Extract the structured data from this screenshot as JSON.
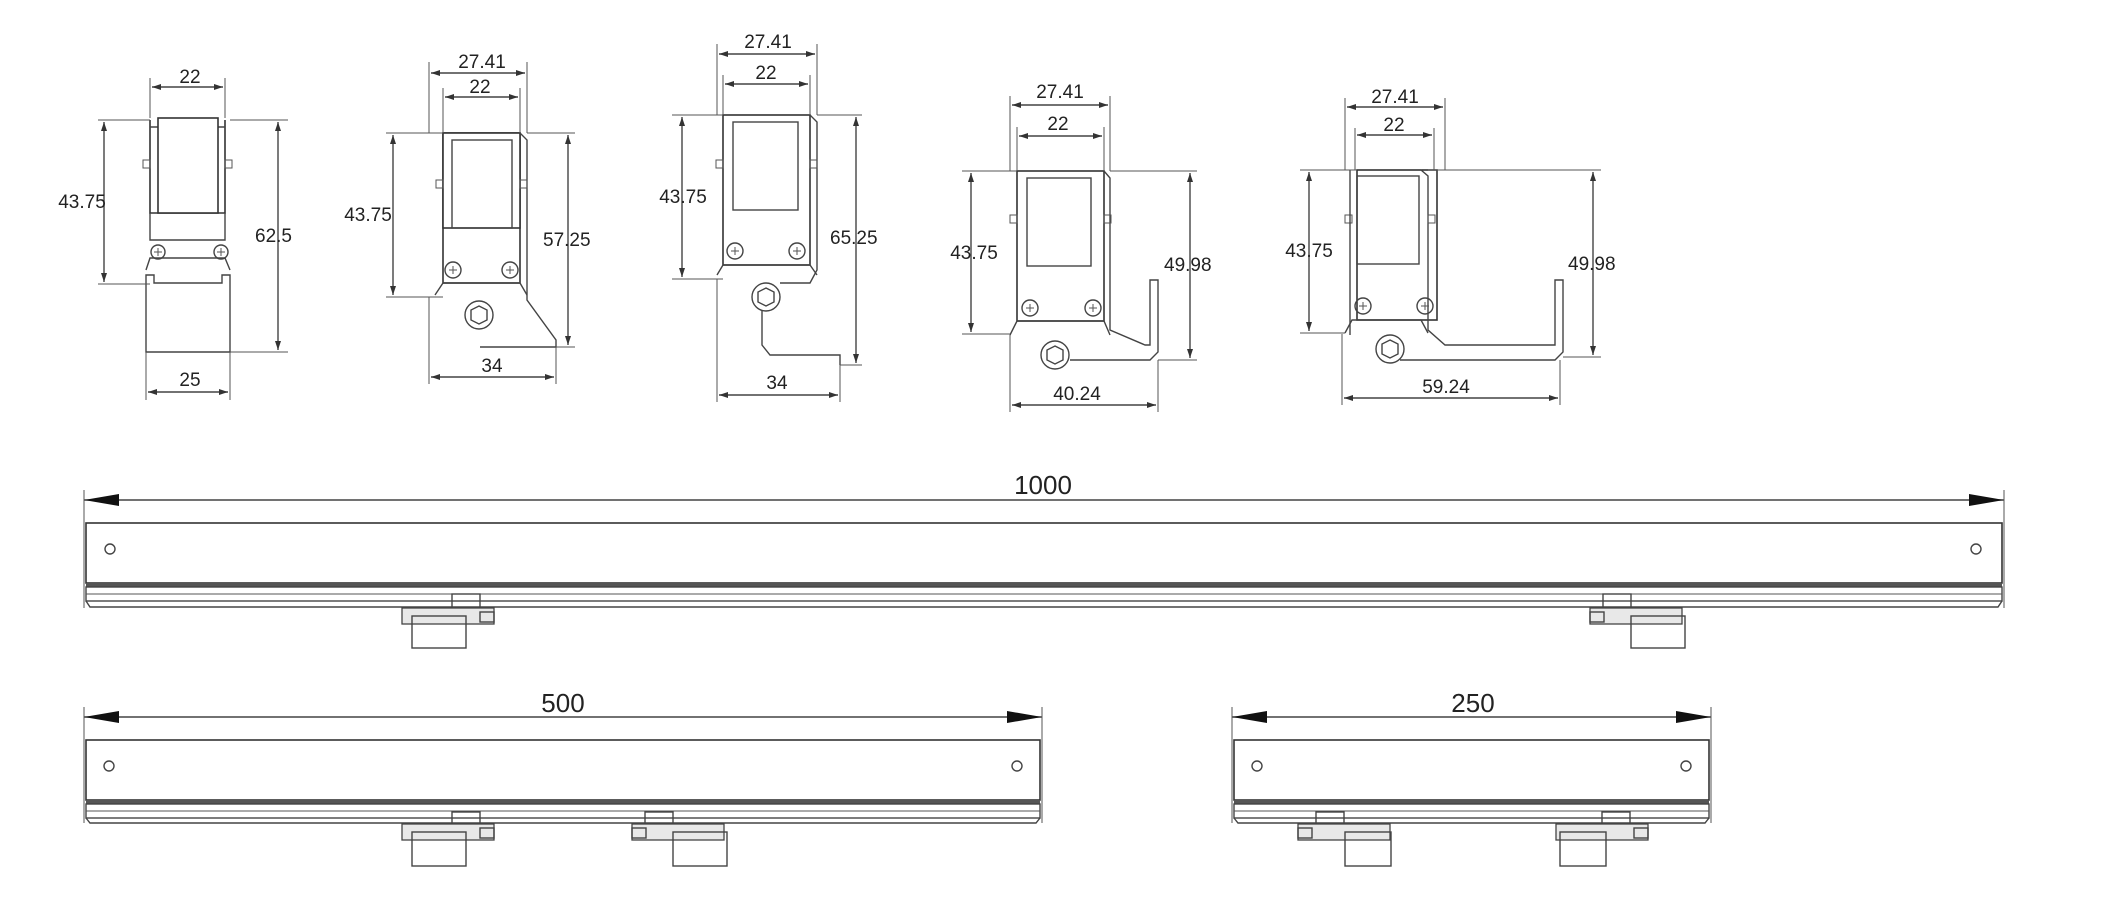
{
  "profiles": [
    {
      "id": "profile-1",
      "width_top": "22",
      "height_inner": "43.75",
      "height_total": "62.5",
      "width_bottom": "25"
    },
    {
      "id": "profile-2",
      "width_outer": "27.41",
      "width_top": "22",
      "height_inner": "43.75",
      "height_total": "57.25",
      "width_bottom": "34"
    },
    {
      "id": "profile-3",
      "width_outer": "27.41",
      "width_top": "22",
      "height_inner": "43.75",
      "height_total": "65.25",
      "width_bottom": "34"
    },
    {
      "id": "profile-4",
      "width_outer": "27.41",
      "width_top": "22",
      "height_inner": "43.75",
      "height_total": "49.98",
      "width_bottom": "40.24"
    },
    {
      "id": "profile-5",
      "width_outer": "27.41",
      "width_top": "22",
      "height_inner": "43.75",
      "height_total": "49.98",
      "width_bottom": "59.24"
    }
  ],
  "fixtures": [
    {
      "id": "fixture-1000",
      "length": "1000"
    },
    {
      "id": "fixture-500",
      "length": "500"
    },
    {
      "id": "fixture-250",
      "length": "250"
    }
  ]
}
